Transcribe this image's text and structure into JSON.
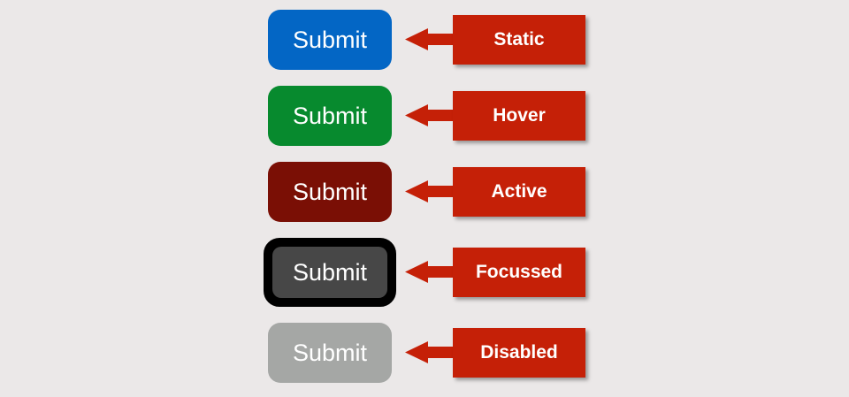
{
  "buttons": [
    {
      "state": "static",
      "label": "Submit",
      "color": "#0366c5"
    },
    {
      "state": "hover",
      "label": "Submit",
      "color": "#078a2e"
    },
    {
      "state": "active",
      "label": "Submit",
      "color": "#7a0f05"
    },
    {
      "state": "focussed",
      "label": "Submit",
      "color": "#474747",
      "outline_color": "#000000"
    },
    {
      "state": "disabled",
      "label": "Submit",
      "color": "#a5a7a5"
    }
  ],
  "callouts": [
    {
      "label": "Static"
    },
    {
      "label": "Hover"
    },
    {
      "label": "Active"
    },
    {
      "label": "Focussed"
    },
    {
      "label": "Disabled"
    }
  ],
  "colors": {
    "background": "#ebe8e8",
    "callout": "#c52007",
    "arrow": "#c52007"
  }
}
